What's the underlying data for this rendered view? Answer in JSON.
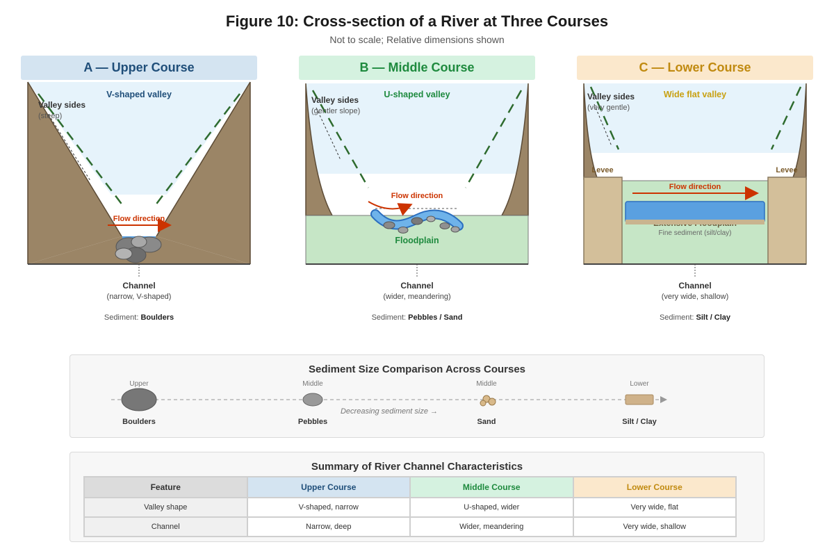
{
  "title": "Figure 10: Cross-section of a River at Three Courses",
  "subtitle": "Not to scale; Relative dimensions shown",
  "colors": {
    "upper": "#1f4e79",
    "upper_bg": "#d4e4f1",
    "middle": "#1e8a3e",
    "middle_bg": "#d5f2e0",
    "lower": "#c08a10",
    "lower_bg": "#fbe8cc",
    "rock": "#9b8566",
    "flow": "#cc3300",
    "water": "#5aa0e0",
    "sky": "#e6f3fb",
    "floodplain": "#c6e6c6"
  },
  "panels": {
    "upper": {
      "header": "A — Upper Course",
      "valley_label": "V-shaped valley",
      "valley_sides": "Valley sides",
      "valley_sides_note": "(steep)",
      "flow": "Flow direction",
      "channel": "Channel",
      "channel_note": "(narrow, V-shaped)",
      "sediment_prefix": "Sediment: ",
      "sediment": "Boulders"
    },
    "middle": {
      "header": "B — Middle Course",
      "valley_label": "U-shaped valley",
      "valley_sides": "Valley sides",
      "valley_sides_note": "(gentler slope)",
      "flow": "Flow direction",
      "floodplain": "Floodplain",
      "channel": "Channel",
      "channel_note": "(wider, meandering)",
      "sediment_prefix": "Sediment: ",
      "sediment": "Pebbles / Sand"
    },
    "lower": {
      "header": "C — Lower Course",
      "valley_label": "Wide flat valley",
      "valley_sides": "Valley sides",
      "valley_sides_note": "(very gentle)",
      "levee_left": "Levee",
      "levee_right": "Levee",
      "flow": "Flow direction",
      "floodplain": "Extensive Floodplain",
      "floodplain_note": "Fine sediment (silt/clay)",
      "channel": "Channel",
      "channel_note": "(very wide, shallow)",
      "sediment_prefix": "Sediment: ",
      "sediment": "Silt / Clay"
    }
  },
  "sediment_comparison": {
    "title": "Sediment Size Comparison Across Courses",
    "axis_label": "Decreasing sediment size →",
    "items": [
      {
        "course": "Upper",
        "label": "Boulders"
      },
      {
        "course": "Middle",
        "label": "Pebbles"
      },
      {
        "course": "Middle",
        "label": "Sand"
      },
      {
        "course": "Lower",
        "label": "Silt / Clay"
      }
    ]
  },
  "summary": {
    "title": "Summary of River Channel Characteristics",
    "headers": [
      "Feature",
      "Upper Course",
      "Middle Course",
      "Lower Course"
    ],
    "rows": [
      [
        "Valley shape",
        "V-shaped, narrow",
        "U-shaped, wider",
        "Very wide, flat"
      ],
      [
        "Channel",
        "Narrow, deep",
        "Wider, meandering",
        "Very wide, shallow"
      ]
    ]
  }
}
